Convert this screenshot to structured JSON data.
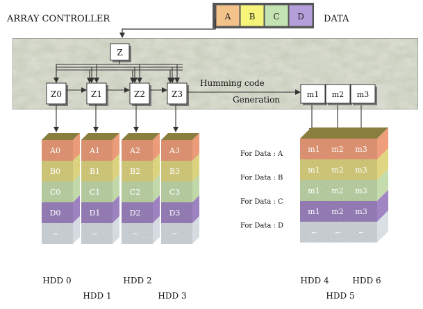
{
  "title": "ARRAY CONTROLLER",
  "data_label": "DATA",
  "data_blocks": [
    {
      "label": "A",
      "color": "#F2C28A"
    },
    {
      "label": "B",
      "color": "#F6F57A"
    },
    {
      "label": "C",
      "color": "#C4E3B3"
    },
    {
      "label": "D",
      "color": "#B59FDB"
    }
  ],
  "controller": {
    "root_box": "Z",
    "split_boxes": [
      "Z0",
      "Z1",
      "Z2",
      "Z3"
    ],
    "parity_boxes": [
      "m1",
      "m2",
      "m3"
    ],
    "code_text_line1": "Humming code",
    "code_text_line2": "Generation"
  },
  "row_colors": [
    "#E89A78",
    "#D9D07E",
    "#BFD6A8",
    "#9C82BE",
    "#D3D9DE"
  ],
  "disks": [
    {
      "label": "HDD 0",
      "cells": [
        "A0",
        "B0",
        "C0",
        "D0",
        "~"
      ]
    },
    {
      "label": "HDD 1",
      "cells": [
        "A1",
        "B1",
        "C1",
        "D1",
        "~"
      ]
    },
    {
      "label": "HDD 2",
      "cells": [
        "A2",
        "B2",
        "C2",
        "D2",
        "~"
      ]
    },
    {
      "label": "HDD 3",
      "cells": [
        "A3",
        "B3",
        "C3",
        "D3",
        "~"
      ]
    }
  ],
  "parity_disks": {
    "columns": [
      "m1",
      "m2",
      "m3"
    ],
    "filler": "~",
    "labels": [
      "HDD 4",
      "HDD 5",
      "HDD 6"
    ]
  },
  "row_labels": [
    "For Data : A",
    "For Data : B",
    "For Data : C",
    "For Data : D"
  ]
}
